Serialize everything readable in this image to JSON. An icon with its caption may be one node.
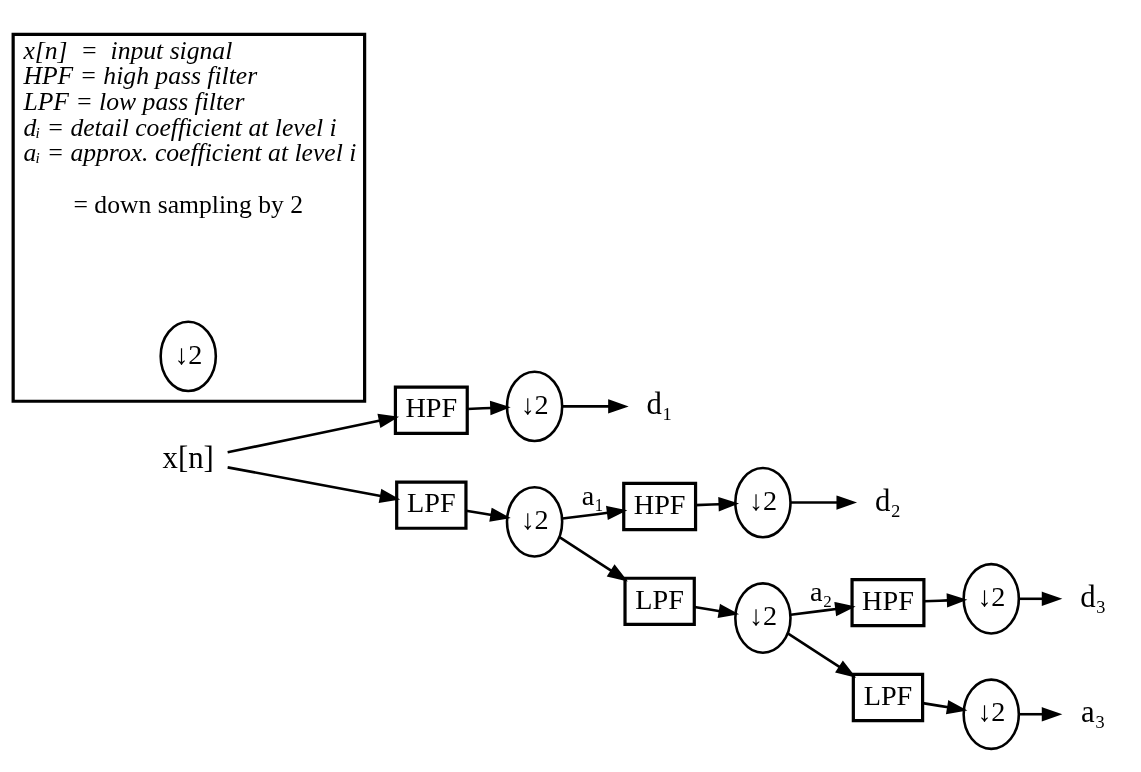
{
  "diagram": {
    "nodes": [
      {
        "text": [
          "x[n]"
        ]
      },
      {
        "text": [
          "HPF"
        ]
      },
      {
        "text": [
          "↓2"
        ]
      },
      {
        "text": [
          "d₁"
        ]
      },
      {
        "text": [
          "LPF"
        ]
      },
      {
        "text": [
          "↓2"
        ]
      },
      {
        "text": [
          "HPF"
        ]
      },
      {
        "text": [
          "↓2"
        ]
      },
      {
        "text": [
          "d₂"
        ]
      },
      {
        "text": [
          "LPF"
        ]
      },
      {
        "text": [
          "↓2"
        ]
      },
      {
        "text": [
          "HPF"
        ]
      },
      {
        "text": [
          "↓2"
        ]
      },
      {
        "text": [
          "d₃"
        ]
      },
      {
        "text": [
          "LPF"
        ]
      },
      {
        "text": [
          "↓2"
        ]
      },
      {
        "text": [
          "a₃"
        ]
      },
      {
        "text": [
          "x[n]  =  input signal",
          "HPF = high pass filter",
          "LPF = low pass filter",
          "dᵢ = detail coefficient at level i",
          "aᵢ = approx. coefficient at level i"
        ]
      },
      {
        "text": [
          "↓2"
        ],
        "in": 17,
        "beside": [
          "= down sampling by 2"
        ]
      }
    ],
    "edges": [
      {
        "from": 0,
        "to": 1,
        "arrow": "to"
      },
      {
        "from": 0,
        "to": 4,
        "arrow": "to"
      },
      {
        "from": 1,
        "to": 2,
        "arrow": "to"
      },
      {
        "from": 2,
        "to": 3,
        "arrow": "to"
      },
      {
        "from": 4,
        "to": 5,
        "arrow": "to"
      },
      {
        "from": 5,
        "to": 6,
        "arrow": "to",
        "label": "a₁"
      },
      {
        "from": 5,
        "to": 9,
        "arrow": "to"
      },
      {
        "from": 6,
        "to": 7,
        "arrow": "to"
      },
      {
        "from": 7,
        "to": 8,
        "arrow": "to"
      },
      {
        "from": 9,
        "to": 10,
        "arrow": "to"
      },
      {
        "from": 10,
        "to": 11,
        "arrow": "to",
        "label": "a₂"
      },
      {
        "from": 10,
        "to": 14,
        "arrow": "to"
      },
      {
        "from": 11,
        "to": 12,
        "arrow": "to"
      },
      {
        "from": 12,
        "to": 13,
        "arrow": "to"
      },
      {
        "from": 14,
        "to": 15,
        "arrow": "to"
      },
      {
        "from": 15,
        "to": 16,
        "arrow": "to"
      }
    ]
  }
}
